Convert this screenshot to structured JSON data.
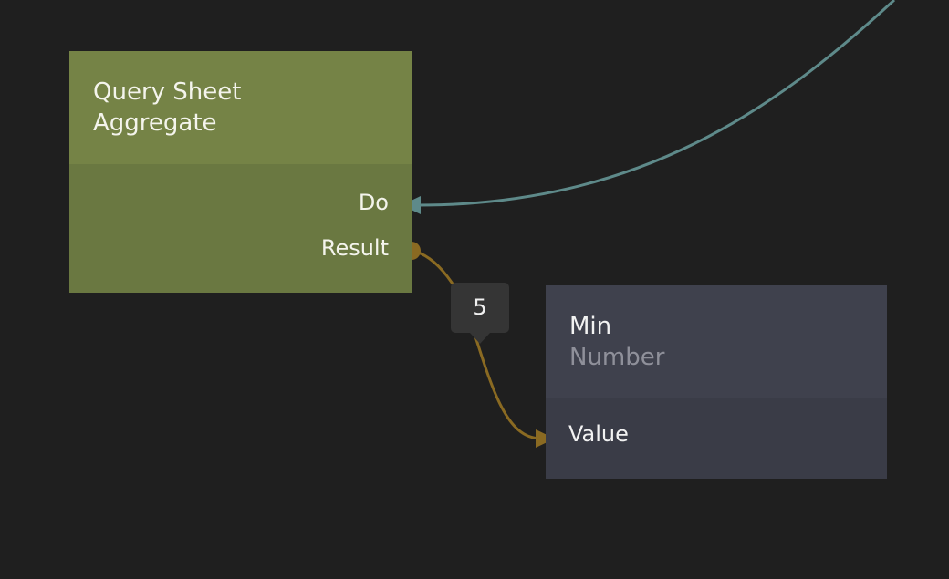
{
  "colors": {
    "background": "#1f1f1f",
    "signal_wire": "#5e8a8a",
    "data_wire": "#8a6a22",
    "query_node": "#758346",
    "min_node": "#3f414d"
  },
  "nodes": [
    {
      "title_line1": "Query Sheet",
      "title_line2": "Aggregate",
      "outputs": [
        "Do",
        "Result"
      ]
    },
    {
      "title": "Min",
      "subtitle": "Number",
      "inputs": [
        "Value"
      ]
    }
  ],
  "connection_value": "5"
}
